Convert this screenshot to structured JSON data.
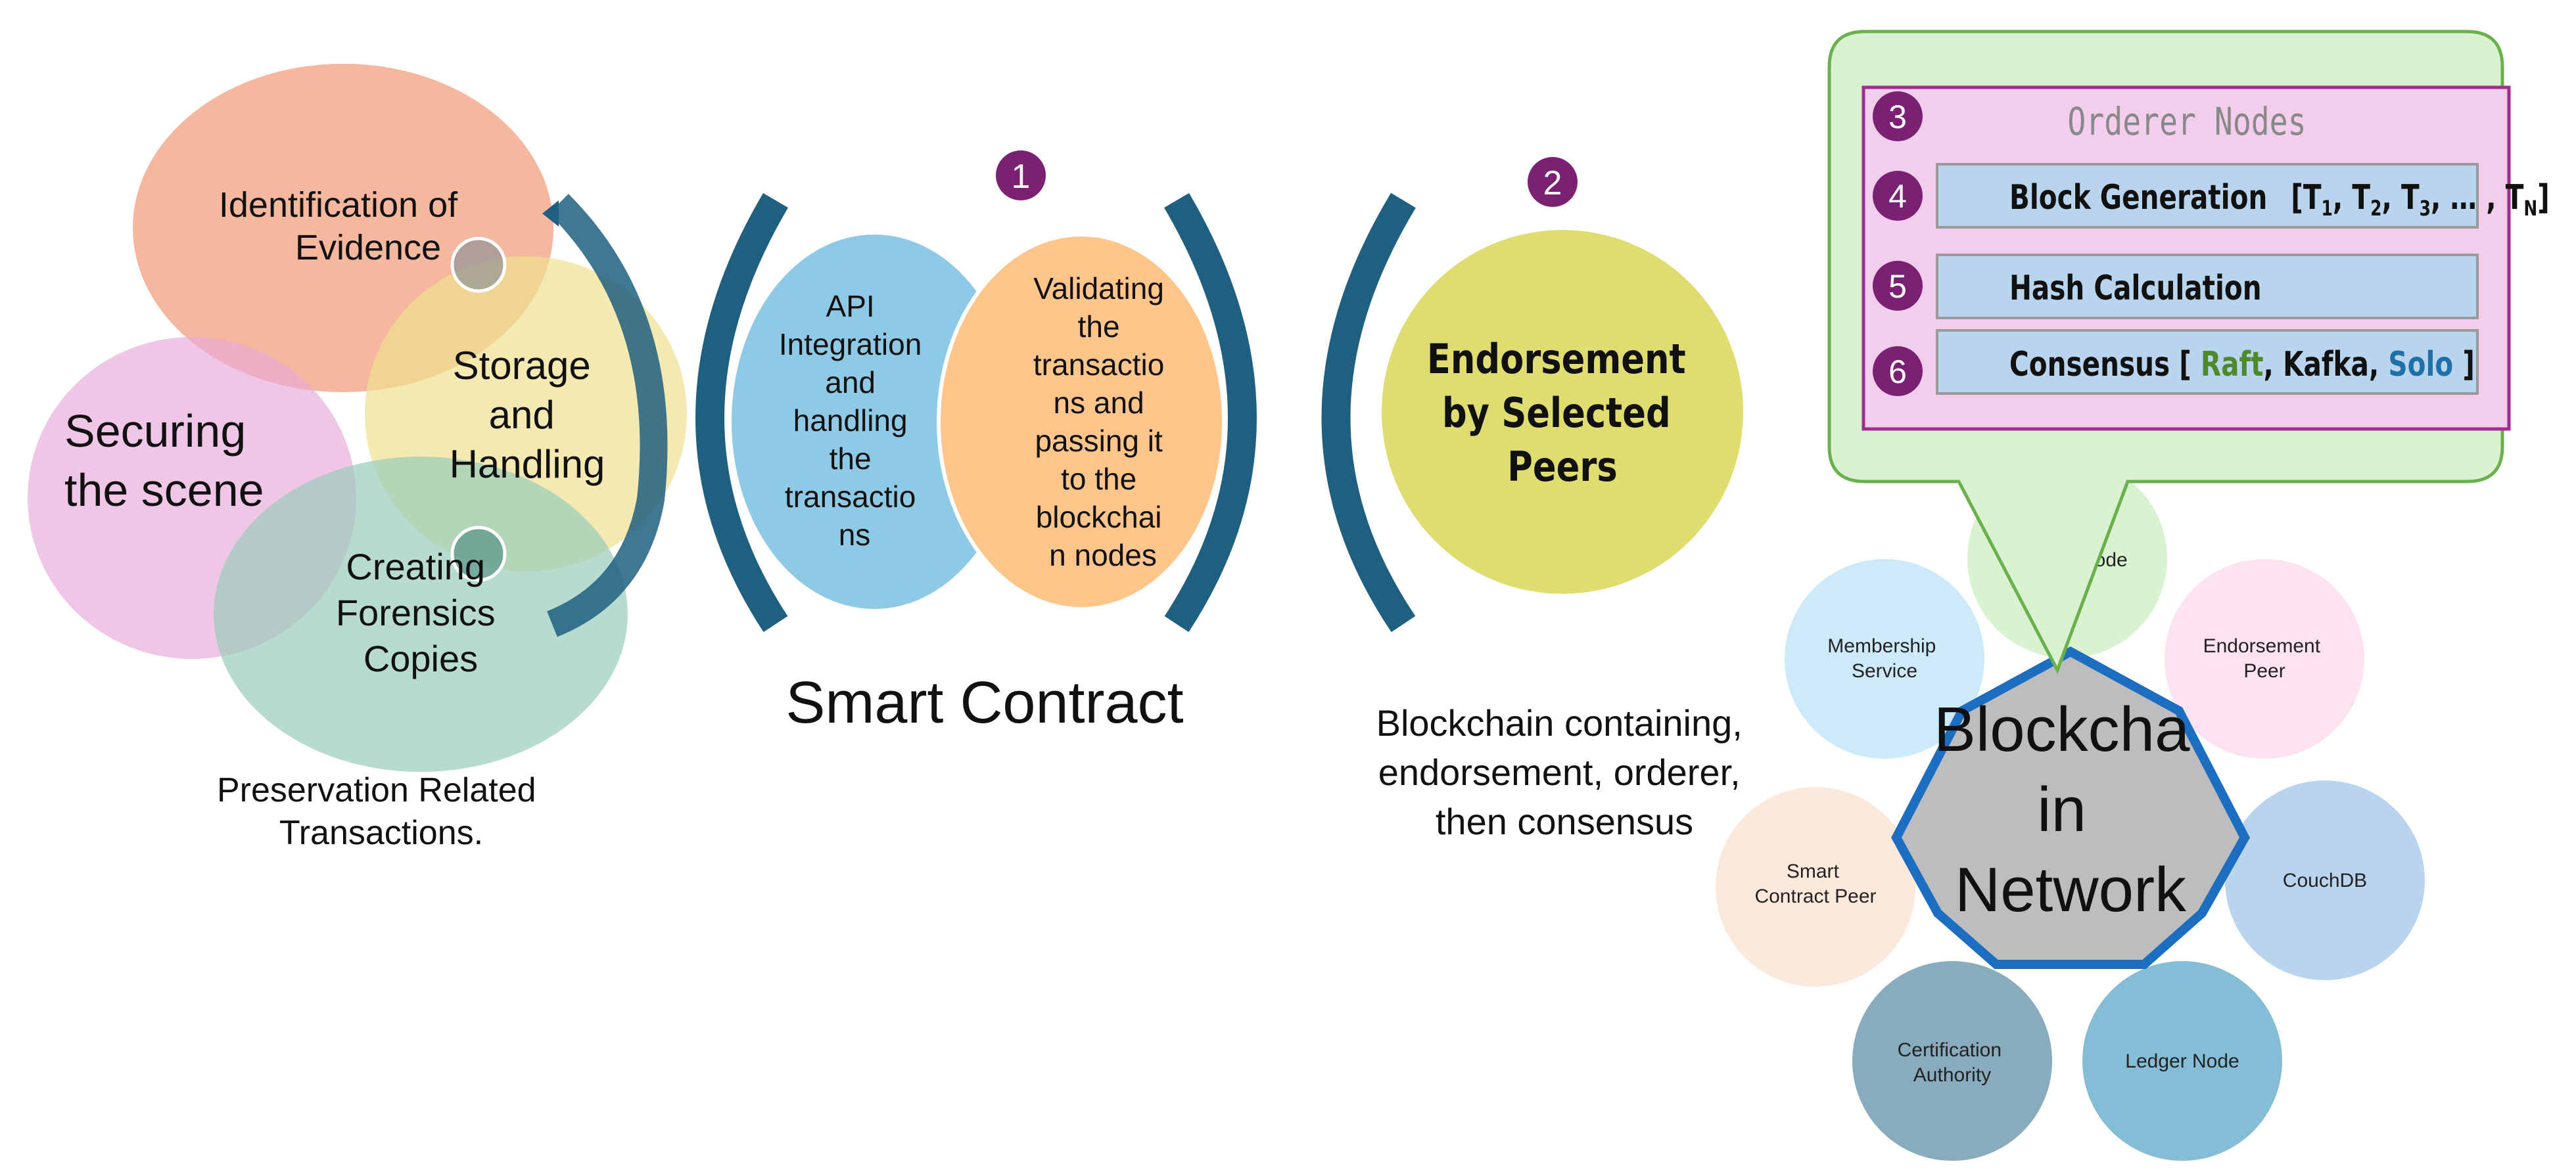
{
  "preservation": {
    "identification": [
      "Identification of",
      "Evidence"
    ],
    "storage": [
      "Storage",
      "and",
      "Handling"
    ],
    "securing": [
      "Securing",
      "the scene"
    ],
    "forensics": [
      "Creating",
      "Forensics",
      "Copies"
    ],
    "caption": [
      "Preservation Related",
      "Transactions."
    ]
  },
  "smart_contract": {
    "step": "1",
    "api": [
      "API",
      "Integration",
      "and",
      "handling",
      "the",
      "transactio",
      "ns"
    ],
    "validating": [
      "Validating",
      "the",
      "transactio",
      "ns and",
      "passing it",
      "to the",
      "blockchai",
      "n nodes"
    ],
    "caption": "Smart Contract"
  },
  "endorsement": {
    "step": "2",
    "label": [
      "Endorsement",
      "by Selected",
      "Peers"
    ],
    "caption": [
      "Blockchain containing,",
      "endorsement, orderer,",
      "then consensus"
    ]
  },
  "orderer_panel": {
    "step3": "3",
    "title": "Orderer Nodes",
    "step4": "4",
    "block_generation": "Block Generation",
    "block_open": "[T",
    "sub1": "1",
    "sep1": ", T",
    "sub2": "2",
    "sep2": ", T",
    "sub3": "3",
    "ellipsis": ", … , T",
    "subN": "N",
    "block_close": "]",
    "step5": "5",
    "hash": "Hash Calculation",
    "step6": "6",
    "consensus_prefix": "Consensus [",
    "raft": "Raft",
    "comma1": ",",
    "kafka": "Kafka",
    "comma2": ",",
    "solo": "Solo",
    "consensus_suffix": "]"
  },
  "network": {
    "center": [
      "Blockcha",
      "in",
      "Network"
    ],
    "orderer_node": "Orderer Node",
    "membership": [
      "Membership",
      "Service"
    ],
    "endorsement_peer": [
      "Endorsement",
      "Peer"
    ],
    "couchdb": "CouchDB",
    "ledger": "Ledger Node",
    "certification": [
      "Certification",
      "Authority"
    ],
    "smart_contract_peer": [
      "Smart",
      "Contract Peer"
    ]
  },
  "colors": {
    "bracket": "#1f5f7f",
    "step_badge": "#7b2173",
    "panel_green": "#d9f2d0",
    "panel_green_border": "#6ab04c",
    "panel_pink": "#f2cdec",
    "panel_pink_border": "#a02c8c",
    "row_blue": "#b9d5ee",
    "raft": "#4e8a2c",
    "solo": "#1f6fa8",
    "hex_fill": "#bdbdbd",
    "hex_stroke": "#1b6ec2"
  }
}
